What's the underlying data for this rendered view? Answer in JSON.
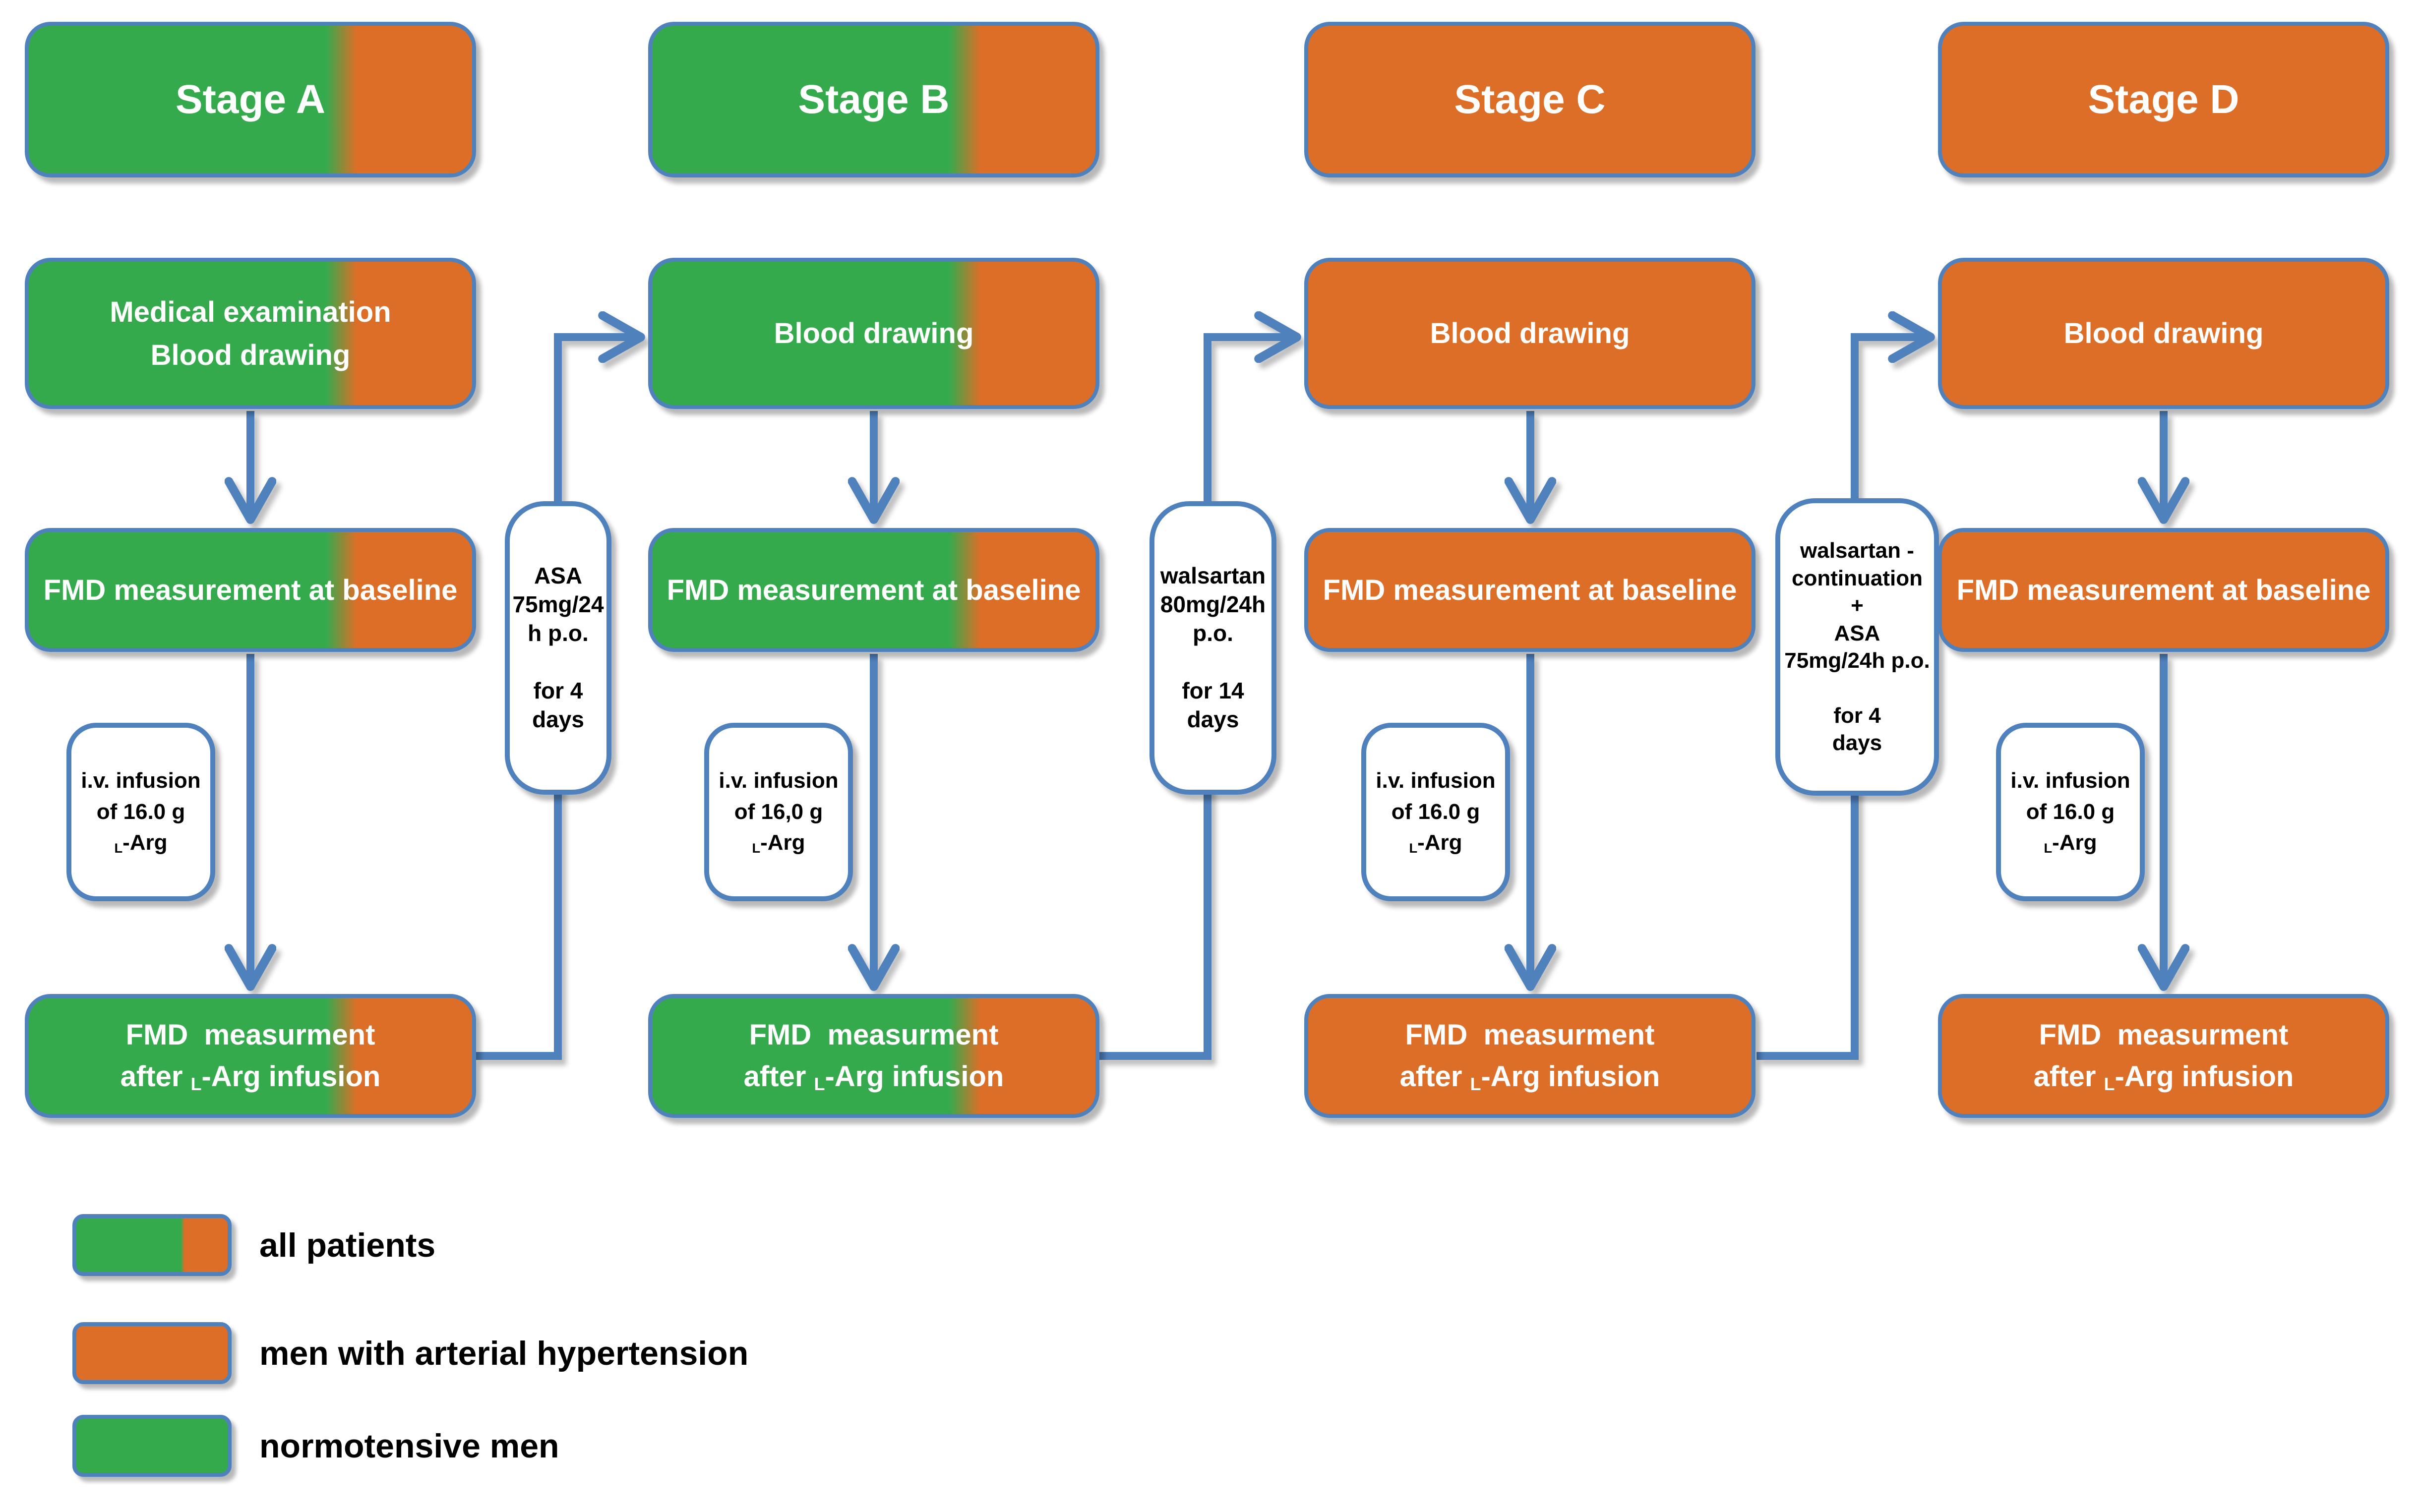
{
  "diagram": {
    "colors": {
      "green": "#35AA4D",
      "orange": "#DD6E28",
      "blue": "#4F81BC"
    },
    "stages": [
      {
        "id": "A",
        "title": "Stage A",
        "step1": "Medical examination\nBlood drawing",
        "step2": "FMD measurement at baseline",
        "iv": {
          "line1": "i.v. infusion",
          "line2": "of 16.0 g",
          "sub": "L",
          "rest": "-Arg"
        },
        "final": {
          "line1": "FMD  measurment",
          "pre": "after ",
          "sub": "L",
          "post": "-Arg infusion"
        }
      },
      {
        "id": "B",
        "title": "Stage B",
        "step1": "Blood drawing",
        "step2": "FMD measurement at baseline",
        "iv": {
          "line1": "i.v. infusion",
          "line2": "of 16,0 g",
          "sub": "L",
          "rest": "-Arg"
        },
        "final": {
          "line1": "FMD  measurment",
          "pre": "after ",
          "sub": "L",
          "post": "-Arg infusion"
        }
      },
      {
        "id": "C",
        "title": "Stage C",
        "step1": "Blood drawing",
        "step2": "FMD measurement at baseline",
        "iv": {
          "line1": "i.v. infusion",
          "line2": "of 16.0 g",
          "sub": "L",
          "rest": "-Arg"
        },
        "final": {
          "line1": "FMD  measurment",
          "pre": "after ",
          "sub": "L",
          "post": "-Arg infusion"
        }
      },
      {
        "id": "D",
        "title": "Stage D",
        "step1": "Blood drawing",
        "step2": "FMD measurement at baseline",
        "iv": {
          "line1": "i.v. infusion",
          "line2": "of 16.0 g",
          "sub": "L",
          "rest": "-Arg"
        },
        "final": {
          "line1": "FMD  measurment",
          "pre": "after ",
          "sub": "L",
          "post": "-Arg infusion"
        }
      }
    ],
    "treatments": [
      {
        "id": "asa",
        "text": "ASA\n75mg/24\nh p.o.\n\nfor 4\ndays"
      },
      {
        "id": "walsartan",
        "text": "walsartan\n80mg/24h\np.o.\n\nfor 14\ndays"
      },
      {
        "id": "walsartan-asa",
        "text": "walsartan -\ncontinuation\n+\nASA\n75mg/24h p.o.\n\nfor 4\ndays"
      }
    ],
    "legend": [
      {
        "label": "all patients"
      },
      {
        "label": "men with arterial hypertension"
      },
      {
        "label": "normotensive men"
      }
    ]
  }
}
